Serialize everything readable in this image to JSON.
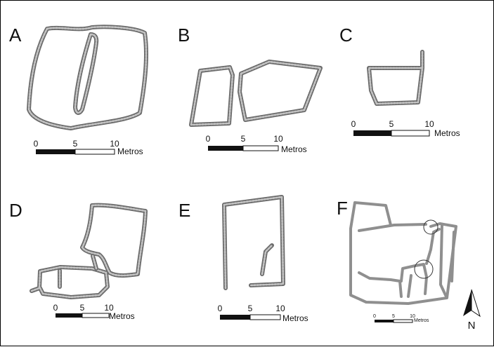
{
  "figure": {
    "panels": [
      {
        "letter": "A",
        "scale": {
          "ticks": [
            "0",
            "5",
            "10"
          ],
          "unit": "Metros"
        }
      },
      {
        "letter": "B",
        "scale": {
          "ticks": [
            "0",
            "5",
            "10"
          ],
          "unit": "Metros"
        }
      },
      {
        "letter": "C",
        "scale": {
          "ticks": [
            "0",
            "5",
            "10"
          ],
          "unit": "Metros"
        }
      },
      {
        "letter": "D",
        "scale": {
          "ticks": [
            "0",
            "5",
            "10"
          ],
          "unit": "Metros"
        }
      },
      {
        "letter": "E",
        "scale": {
          "ticks": [
            "0",
            "5",
            "10"
          ],
          "unit": "Metros"
        }
      },
      {
        "letter": "F",
        "scale": {
          "ticks": [
            "0",
            "5",
            "10"
          ],
          "unit": "Metros"
        }
      }
    ],
    "north_label": "N",
    "colors": {
      "wall_dark": "#6b6b6b",
      "wall_light": "#c4c4c4",
      "ink": "#111111"
    }
  }
}
